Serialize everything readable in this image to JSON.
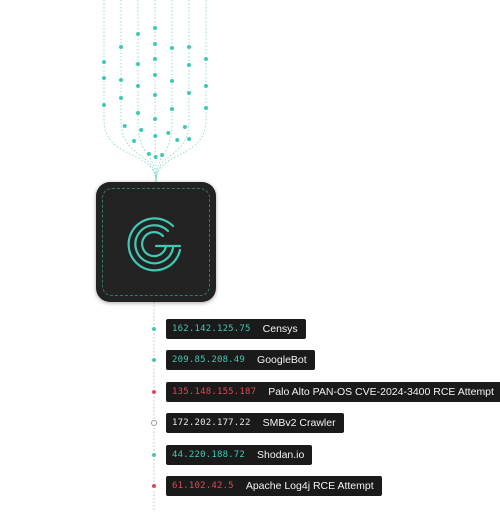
{
  "colors": {
    "teal": "#3fc9b5",
    "red": "#e0485a",
    "neutral": "#9a9a9a",
    "panel": "#1a1a1a",
    "logo_bg": "#222222"
  },
  "logo": {
    "icon": "greynoise-g-icon"
  },
  "events": [
    {
      "ip": "162.142.125.75",
      "label": "Censys",
      "status": "benign"
    },
    {
      "ip": "209.85.208.49",
      "label": "GoogleBot",
      "status": "benign"
    },
    {
      "ip": "135.148.155.187",
      "label": "Palo Alto PAN-OS CVE-2024-3400 RCE Attempt",
      "status": "malicious"
    },
    {
      "ip": "172.202.177.22",
      "label": "SMBv2 Crawler",
      "status": "unknown"
    },
    {
      "ip": "44.220.188.72",
      "label": "Shodan.io",
      "status": "benign"
    },
    {
      "ip": "61.102.42.5",
      "label": "Apache Log4j RCE Attempt",
      "status": "malicious"
    }
  ]
}
